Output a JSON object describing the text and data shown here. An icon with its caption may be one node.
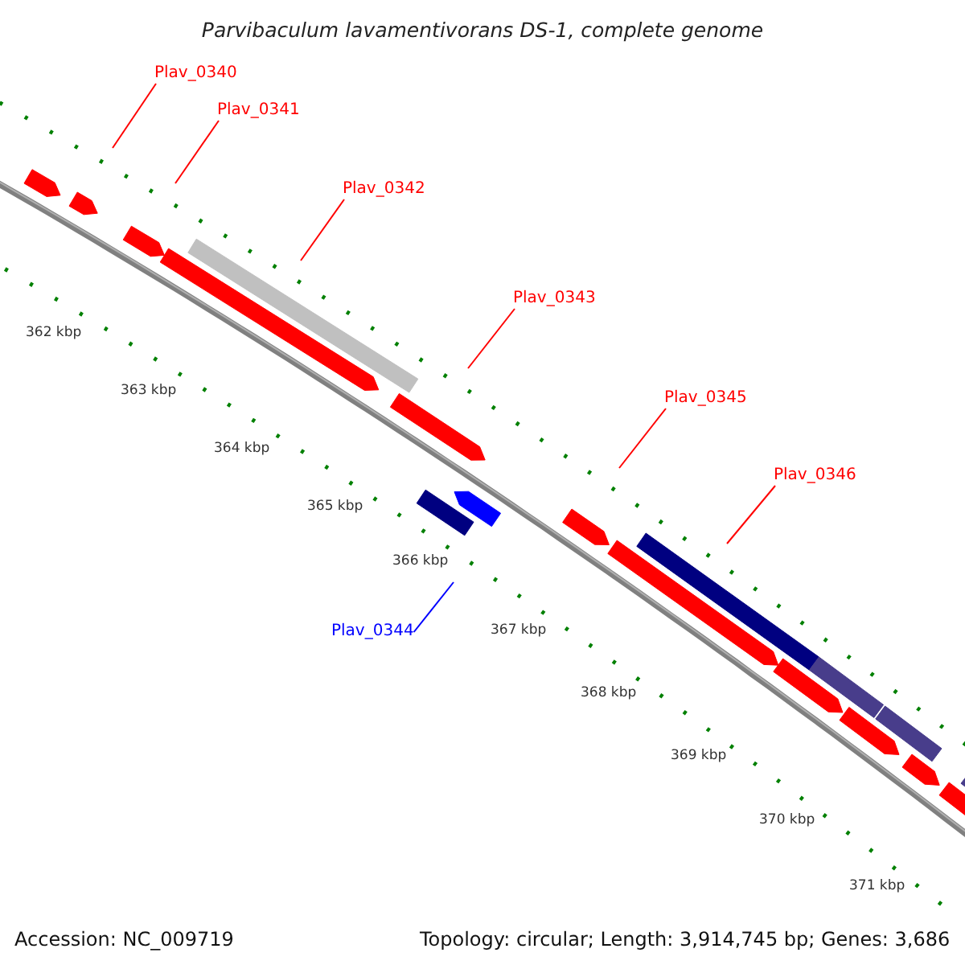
{
  "diagram": {
    "title": "Parvibaculum lavamentivorans DS-1, complete genome",
    "nodes": [
      {
        "text": [
          "Plav_0340"
        ]
      },
      {
        "text": [
          "Plav_0341"
        ]
      },
      {
        "text": [
          "Plav_0342"
        ]
      },
      {
        "text": [
          "Plav_0343"
        ]
      },
      {
        "text": [
          "Plav_0345"
        ]
      },
      {
        "text": [
          "Plav_0346"
        ]
      },
      {
        "text": [
          "Plav_0344"
        ]
      }
    ],
    "edges": [
      {
        "from": 0,
        "to": null,
        "arrow": "none"
      },
      {
        "from": 1,
        "to": null,
        "arrow": "none"
      },
      {
        "from": 2,
        "to": null,
        "arrow": "none"
      },
      {
        "from": 3,
        "to": null,
        "arrow": "none"
      },
      {
        "from": 4,
        "to": null,
        "arrow": "none"
      },
      {
        "from": 5,
        "to": null,
        "arrow": "none"
      },
      {
        "from": 6,
        "to": null,
        "arrow": "none",
        "color": "#0000ff"
      }
    ],
    "labels": [
      "362 kbp",
      "363 kbp",
      "364 kbp",
      "365 kbp",
      "366 kbp",
      "367 kbp",
      "368 kbp",
      "369 kbp",
      "370 kbp",
      "371 kbp",
      "Accession: NC_009719",
      "Topology: circular; Length: 3,914,745 bp; Genes: 3,686"
    ]
  }
}
